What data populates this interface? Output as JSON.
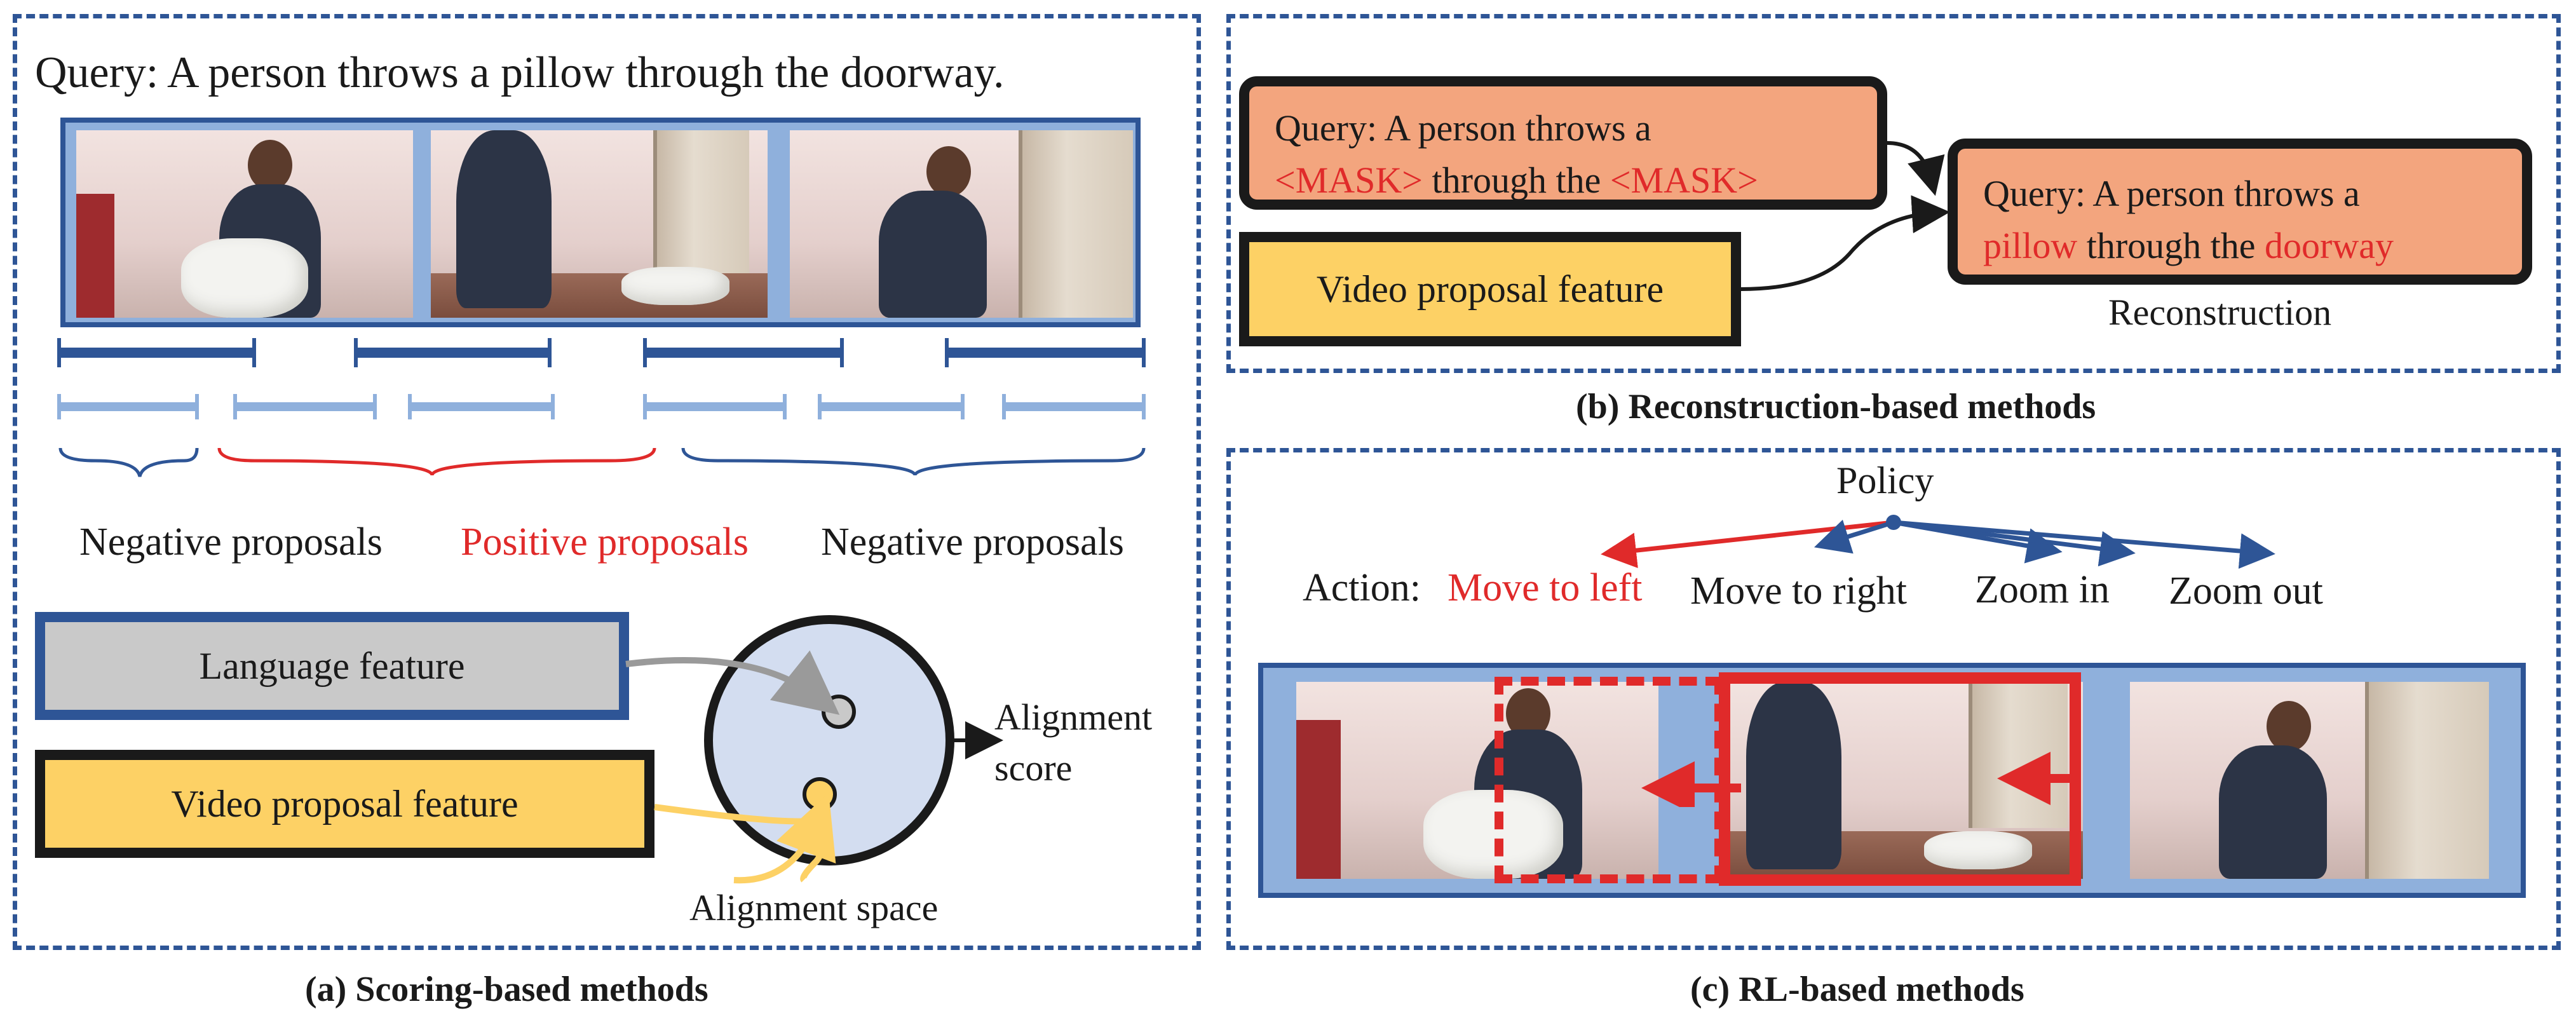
{
  "panel_a": {
    "query": "Query: A person throws a pillow through the doorway.",
    "neg_label_1": "Negative proposals",
    "pos_label": "Positive proposals",
    "neg_label_2": "Negative proposals",
    "language_feature": "Language feature",
    "video_feature": "Video proposal feature",
    "alignment_space": "Alignment space",
    "alignment_score_1": "Alignment",
    "alignment_score_2": "score",
    "caption": "(a) Scoring-based methods"
  },
  "panel_b": {
    "masked_query_1": "Query: A person throws a",
    "mask_1": "<MASK>",
    "through_the": " through the ",
    "mask_2": "<MASK>",
    "video_feature": "Video proposal feature",
    "recon_query_1": "Query: A person throws a",
    "recon_word_1": "pillow",
    "recon_through": " through the ",
    "recon_word_2": "doorway",
    "reconstruction": "Reconstruction",
    "caption": "(b) Reconstruction-based methods"
  },
  "panel_c": {
    "policy": "Policy",
    "action_label": "Action:",
    "action_left": "Move to left",
    "action_right": "Move to right",
    "action_zoom_in": "Zoom in",
    "action_zoom_out": "Zoom out",
    "caption": "(c) RL-based methods"
  },
  "colors": {
    "dark_blue": "#2e5596",
    "light_blue": "#8fb0dc",
    "red": "#e02a2a",
    "orange": "#f3a57e",
    "yellow": "#fdd165",
    "gray": "#c9c9c9",
    "circle_fill": "#d3ddf0"
  }
}
